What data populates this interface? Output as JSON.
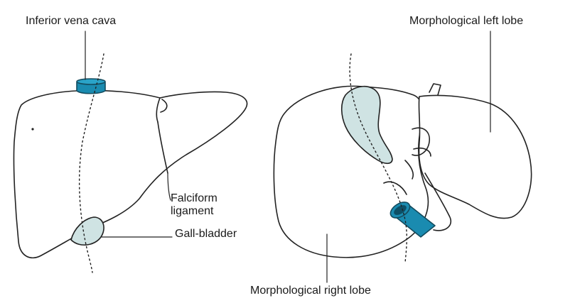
{
  "labels": {
    "inferior_vena_cava": "Inferior vena cava",
    "morphological_left_lobe": "Morphological left lobe",
    "falciform_ligament_line1": "Falciform",
    "falciform_ligament_line2": "ligament",
    "gall_bladder": "Gall-bladder",
    "morphological_right_lobe": "Morphological right lobe"
  },
  "colors": {
    "vena_cava": "#1a8bb0",
    "gall_bladder": "#cfe3e3",
    "outline": "#222222",
    "background": "#ffffff"
  }
}
